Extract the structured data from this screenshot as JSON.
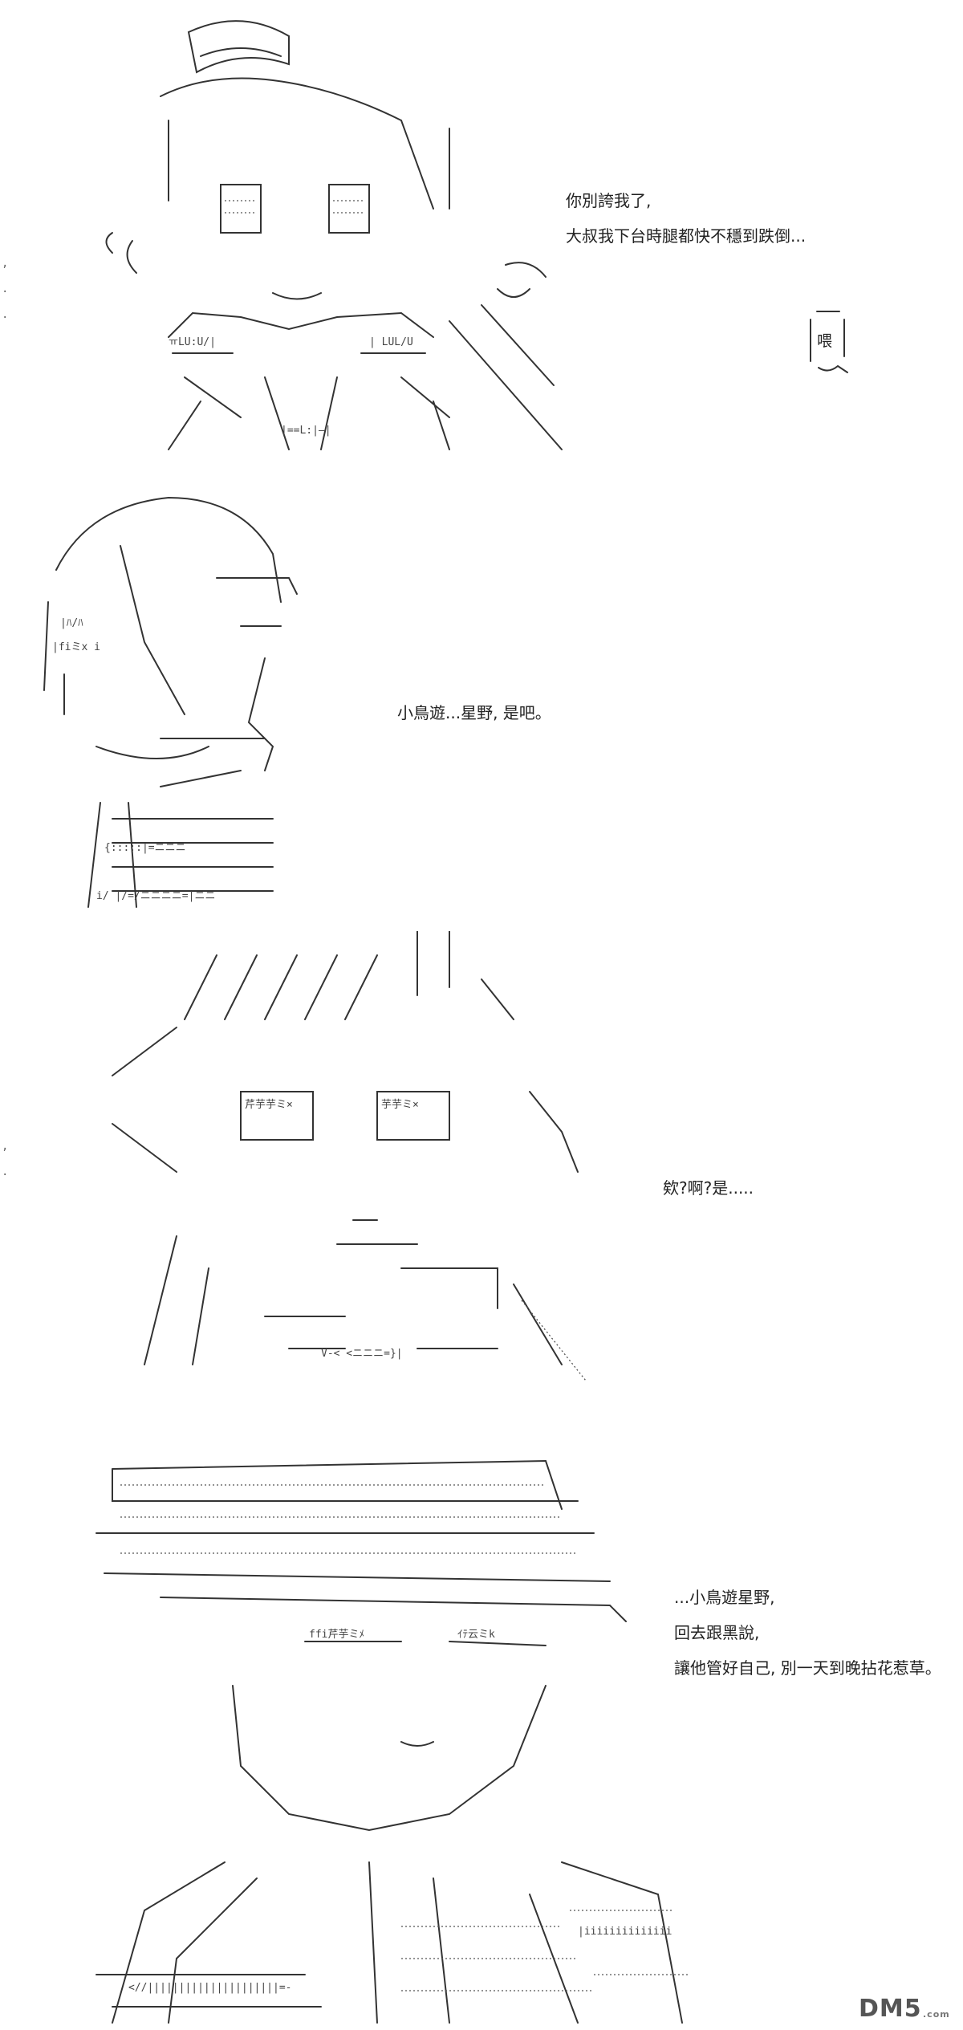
{
  "panels": [
    {
      "dialogue": [
        "你別誇我了,",
        "大叔我下台時腿都快不穩到跌倒..."
      ],
      "bubble": "喂"
    },
    {
      "dialogue": [
        "小鳥遊...星野, 是吧。"
      ]
    },
    {
      "dialogue": [
        "欸?啊?是....."
      ]
    },
    {
      "dialogue": [
        "...小鳥遊星野,",
        "回去跟黑說,",
        "讓他管好自己, 別一天到晚拈花惹草。"
      ]
    }
  ],
  "watermark": {
    "logo": "DM5",
    "sub": ".com"
  }
}
